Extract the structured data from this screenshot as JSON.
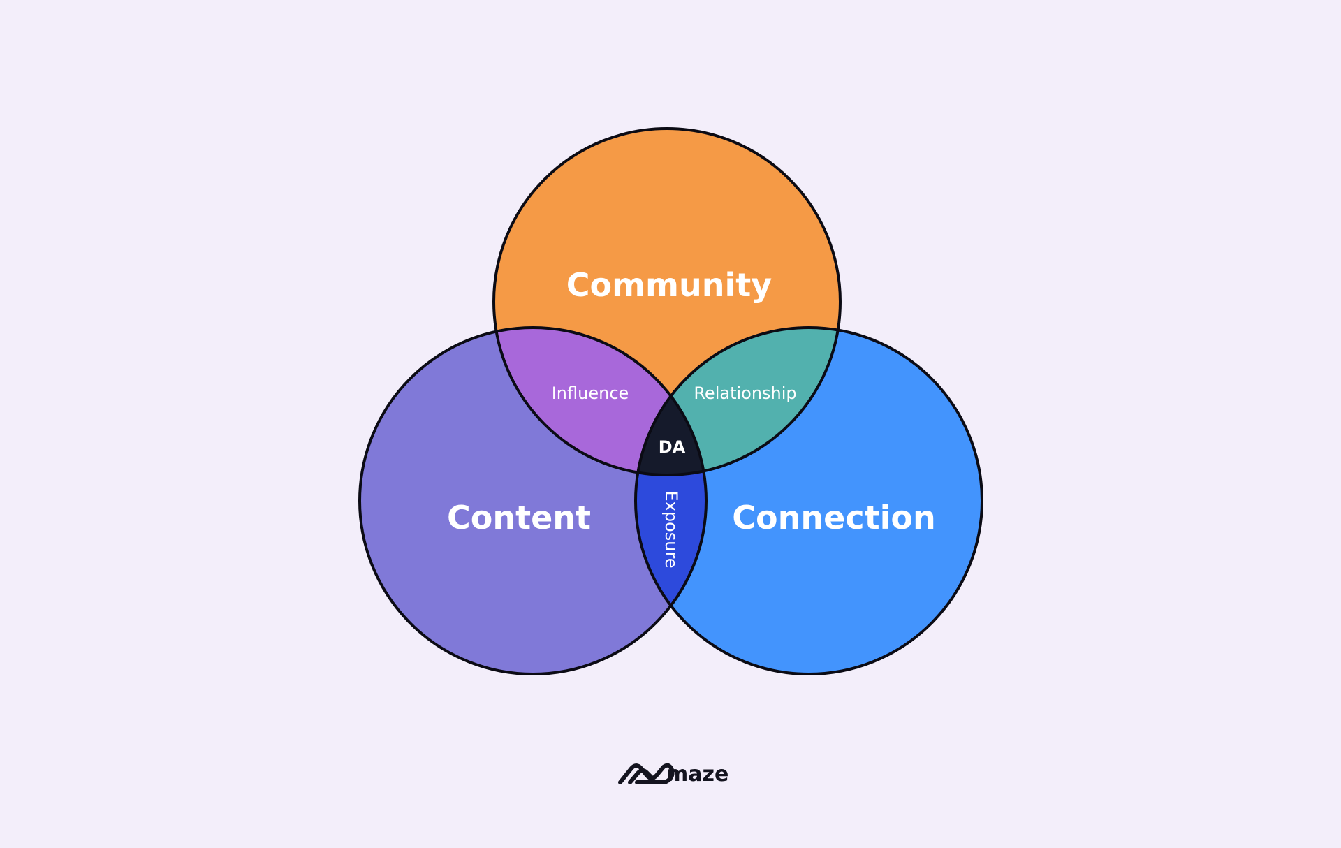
{
  "sets": {
    "top": "Community",
    "left": "Content",
    "right": "Connection"
  },
  "intersections": {
    "top_left": "Influence",
    "top_right": "Relationship",
    "left_right": "Exposure",
    "center": "DA"
  },
  "brand": {
    "name": "maze",
    "logo_icon": "maze-logo-icon"
  },
  "colors": {
    "background": "#F3EEFA",
    "community": "#F59A46",
    "content": "#8079D8",
    "connection": "#4394FD",
    "influence": "#A868DA",
    "relationship": "#52B1AE",
    "exposure": "#2D4ADC",
    "center": "#151A2B",
    "outline": "#0B0B14",
    "label": "#FFFFFF"
  }
}
